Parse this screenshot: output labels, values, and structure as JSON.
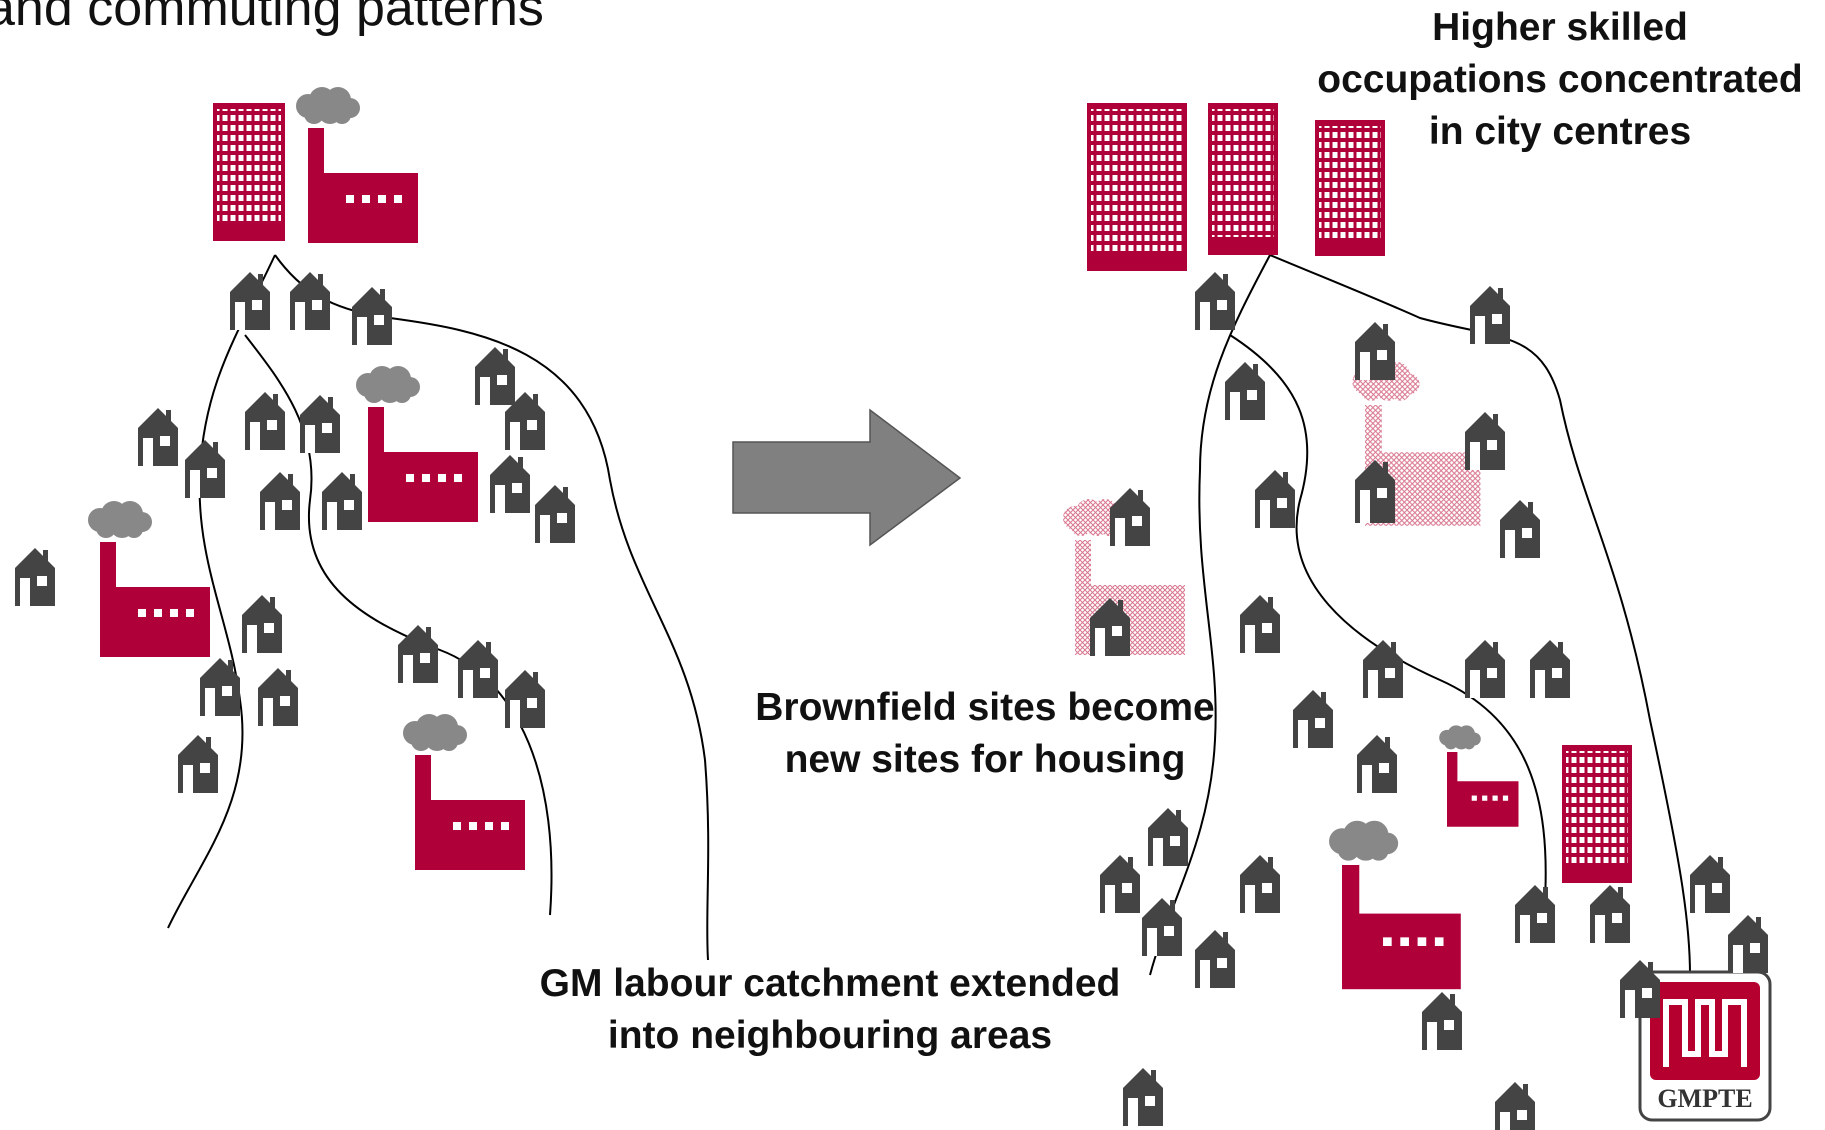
{
  "title": "and commuting patterns",
  "labels": {
    "skilled": [
      "Higher skilled",
      "occupations concentrated",
      "in city centres"
    ],
    "brownfield": [
      "Brownfield sites become",
      "new sites for housing"
    ],
    "catchment": [
      "GM labour catchment extended",
      "into neighbouring areas"
    ]
  },
  "logo": {
    "text": "GMPTE"
  },
  "colors": {
    "factory": "#b0003a",
    "house": "#444444",
    "smoke": "#888888",
    "arrow": "#808080",
    "logo": "#b5002f"
  },
  "icons": [
    "house-icon",
    "factory-icon",
    "office-tower-icon",
    "smoke-cloud-icon",
    "right-arrow-icon",
    "gmpte-logo-icon"
  ]
}
